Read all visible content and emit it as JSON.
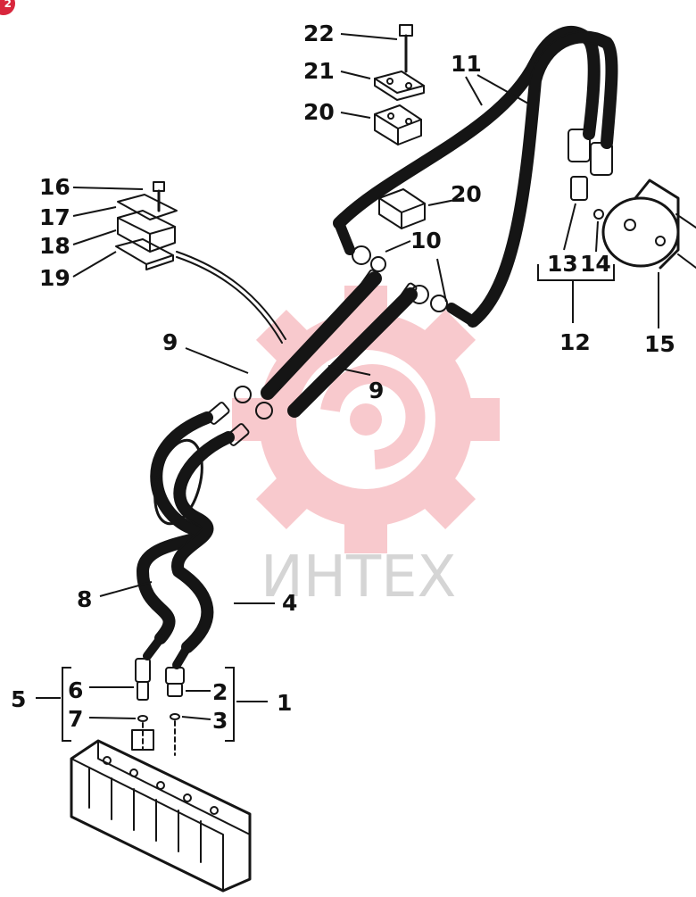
{
  "badge": "2",
  "watermark": {
    "text": "ИНТЕХ",
    "color": "#e8424e"
  },
  "parts": {
    "p1": "1",
    "p2": "2",
    "p3": "3",
    "p4": "4",
    "p5": "5",
    "p6": "6",
    "p7": "7",
    "p8": "8",
    "p9a": "9",
    "p9b": "9",
    "p10": "10",
    "p11": "11",
    "p12": "12",
    "p13": "13",
    "p14": "14",
    "p15": "15",
    "p16": "16",
    "p17": "17",
    "p18": "18",
    "p19": "19",
    "p20a": "20",
    "p20b": "20",
    "p21": "21",
    "p22": "22"
  }
}
